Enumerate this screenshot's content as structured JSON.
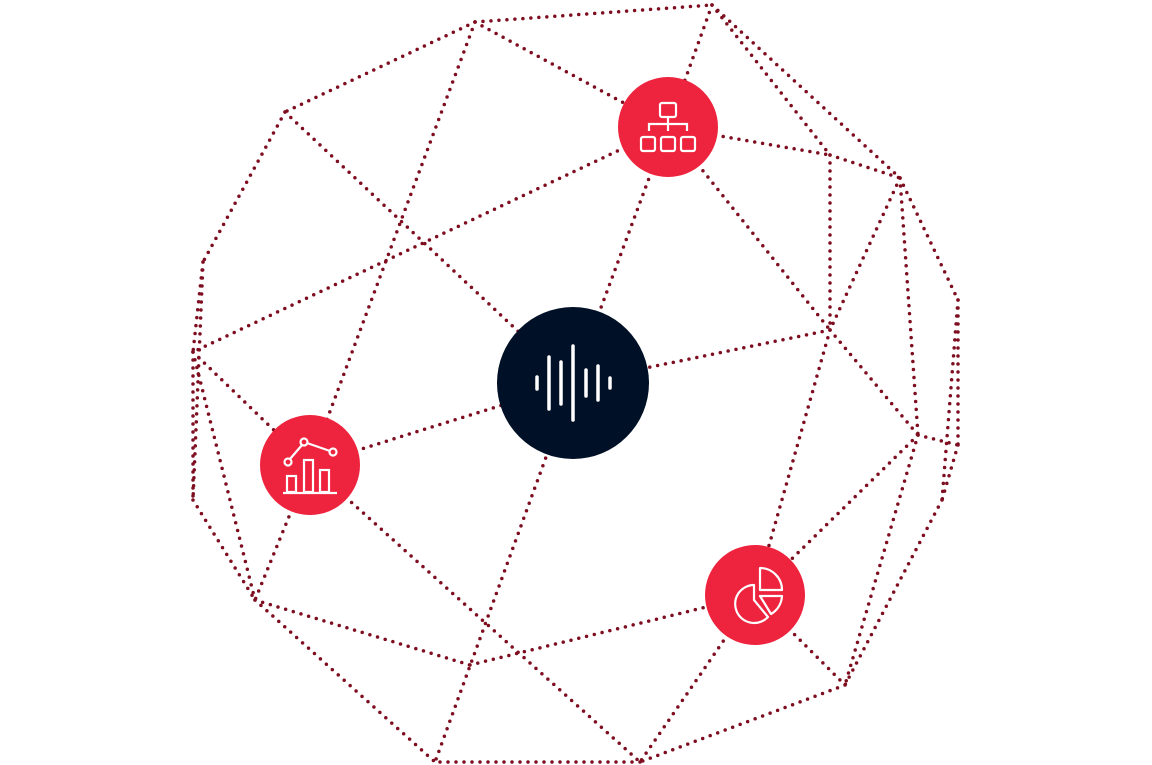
{
  "colors": {
    "edge": "#7d0d1f",
    "node_accent": "#ee233d",
    "node_center": "#001026",
    "icon": "#ffffff"
  },
  "nodes": [
    {
      "id": "center",
      "icon": "audio-waveform-icon"
    },
    {
      "id": "top",
      "icon": "org-chart-hierarchy-icon"
    },
    {
      "id": "left",
      "icon": "bar-line-chart-icon"
    },
    {
      "id": "bottom-right",
      "icon": "pie-chart-icon"
    }
  ]
}
